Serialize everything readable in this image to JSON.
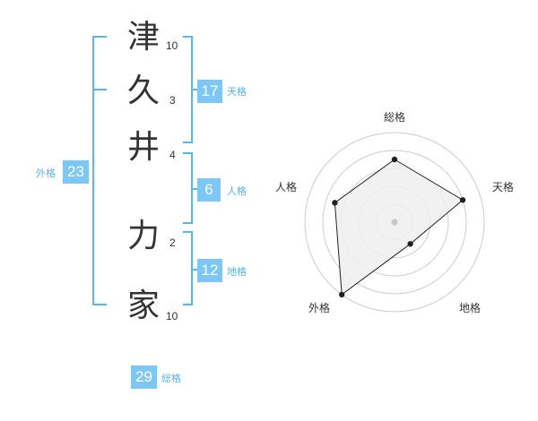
{
  "name": {
    "characters": [
      {
        "char": "津",
        "strokes": "10"
      },
      {
        "char": "久",
        "strokes": "3"
      },
      {
        "char": "井",
        "strokes": "4"
      },
      {
        "char": "力",
        "strokes": "2"
      },
      {
        "char": "家",
        "strokes": "10"
      }
    ]
  },
  "fortunes": {
    "tenkaku": {
      "value": "17",
      "label": "天格"
    },
    "jinkaku": {
      "value": "6",
      "label": "人格"
    },
    "chikaku": {
      "value": "12",
      "label": "地格"
    },
    "gaikaku": {
      "value": "23",
      "label": "外格"
    },
    "soukaku": {
      "value": "29",
      "label": "総格"
    }
  },
  "chart_data": {
    "type": "radar",
    "axes": [
      "総格",
      "天格",
      "地格",
      "外格",
      "人格"
    ],
    "values": [
      3.5,
      4,
      1.5,
      5,
      3.5
    ],
    "max": 5,
    "rings": 5,
    "colors": {
      "fill": "#efefef",
      "line": "#222222",
      "grid": "#cccccc",
      "center": "#c8c8c8"
    }
  }
}
